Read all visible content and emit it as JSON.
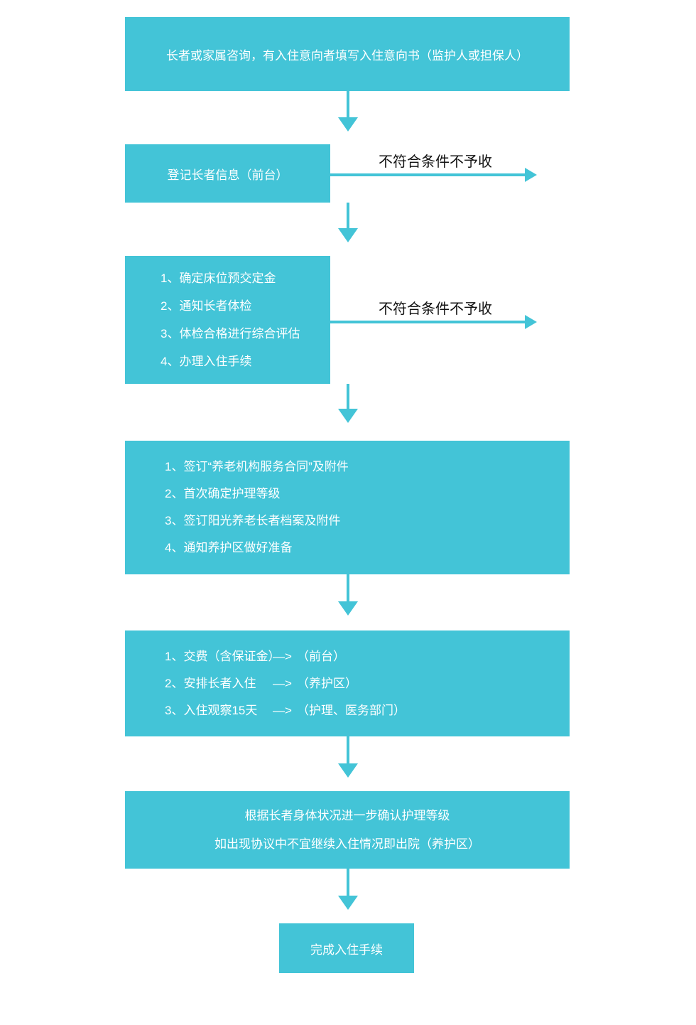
{
  "colors": {
    "node": "#43C4D7",
    "node_text": "#FFFFFF",
    "label_text": "#111111"
  },
  "nodes": {
    "consult": {
      "text": "长者或家属咨询，有入住意向者填写入住意向书（监护人或担保人）"
    },
    "register": {
      "text": "登记长者信息（前台）"
    },
    "assessment": {
      "items": [
        "1、确定床位预交定金",
        "2、通知长者体检",
        "3、体检合格进行综合评估",
        "4、办理入住手续"
      ]
    },
    "contract": {
      "items": [
        "1、签订“养老机构服务合同”及附件",
        "2、首次确定护理等级",
        "3、签订阳光养老长者档案及附件",
        "4、通知养护区做好准备"
      ]
    },
    "checkin": {
      "rows": [
        {
          "item": "1、交费（含保证金）",
          "arrow": "—>",
          "target": "（前台）"
        },
        {
          "item": "2、安排长者入住",
          "arrow": "—>",
          "target": "（养护区）"
        },
        {
          "item": "3、入住观察15天",
          "arrow": "—>",
          "target": "（护理、医务部门）"
        }
      ]
    },
    "confirm": {
      "lines": [
        "根据长者身体状况进一步确认护理等级",
        "如出现协议中不宜继续入住情况即出院（养护区）"
      ]
    },
    "done": {
      "text": "完成入住手续"
    }
  },
  "labels": {
    "reject_1": "不符合条件不予收",
    "reject_2": "不符合条件不予收"
  }
}
